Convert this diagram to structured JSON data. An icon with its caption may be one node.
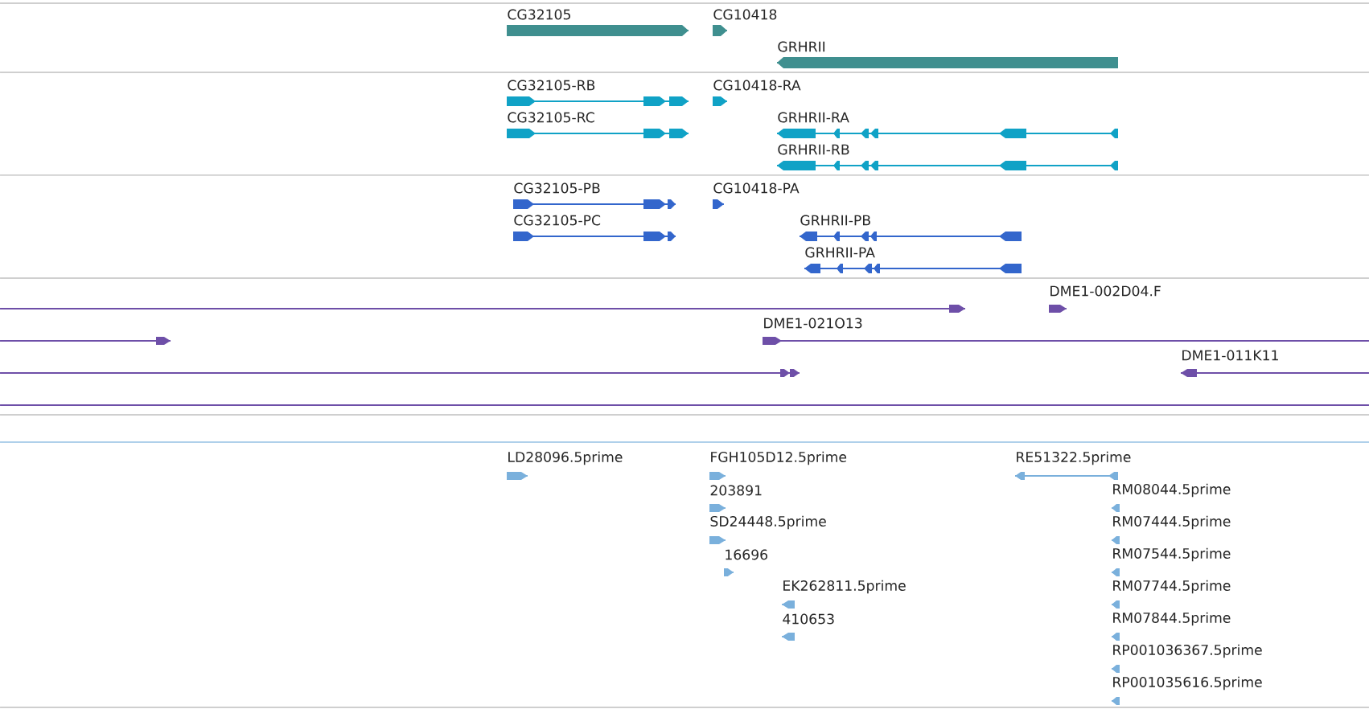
{
  "diagram": {
    "nodes": [
      {
        "text": [
          "CG32105"
        ]
      },
      {
        "text": [
          "CG10418"
        ]
      },
      {
        "text": [
          "GRHRII"
        ]
      },
      {
        "text": [
          "CG32105-RB"
        ]
      },
      {
        "text": [
          "CG10418-RA"
        ]
      },
      {
        "text": [
          "CG32105-RC"
        ]
      },
      {
        "text": [
          "GRHRII-RA"
        ]
      },
      {
        "text": [
          "GRHRII-RB"
        ]
      },
      {
        "text": [
          "CG32105-PB"
        ]
      },
      {
        "text": [
          "CG10418-PA"
        ]
      },
      {
        "text": [
          "CG32105-PC"
        ]
      },
      {
        "text": [
          "GRHRII-PB"
        ]
      },
      {
        "text": [
          "GRHRII-PA"
        ]
      },
      {
        "text": [],
        "shape": "bar"
      },
      {
        "text": [
          "DME1-002D04.F"
        ]
      },
      {
        "text": [],
        "shape": "bar"
      },
      {
        "text": [
          "DME1-021O13"
        ]
      },
      {
        "text": [],
        "shape": "bar"
      },
      {
        "text": [
          "DME1-011K11"
        ]
      },
      {
        "text": [],
        "shape": "bar"
      },
      {
        "text": [
          "LD28096.5prime"
        ]
      },
      {
        "text": [
          "FGH105D12.5prime"
        ]
      },
      {
        "text": [
          "RE51322.5prime"
        ]
      },
      {
        "text": [
          "203891"
        ]
      },
      {
        "text": [
          "RM08044.5prime"
        ]
      },
      {
        "text": [
          "SD24448.5prime"
        ]
      },
      {
        "text": [
          "RM07444.5prime"
        ]
      },
      {
        "text": [
          "16696"
        ]
      },
      {
        "text": [
          "RM07544.5prime"
        ]
      },
      {
        "text": [
          "EK262811.5prime"
        ]
      },
      {
        "text": [
          "RM07744.5prime"
        ]
      },
      {
        "text": [
          "410653"
        ]
      },
      {
        "text": [
          "RM07844.5prime"
        ]
      },
      {
        "text": [
          "RP001036367.5prime"
        ]
      },
      {
        "text": [
          "RP001035616.5prime"
        ]
      }
    ]
  }
}
